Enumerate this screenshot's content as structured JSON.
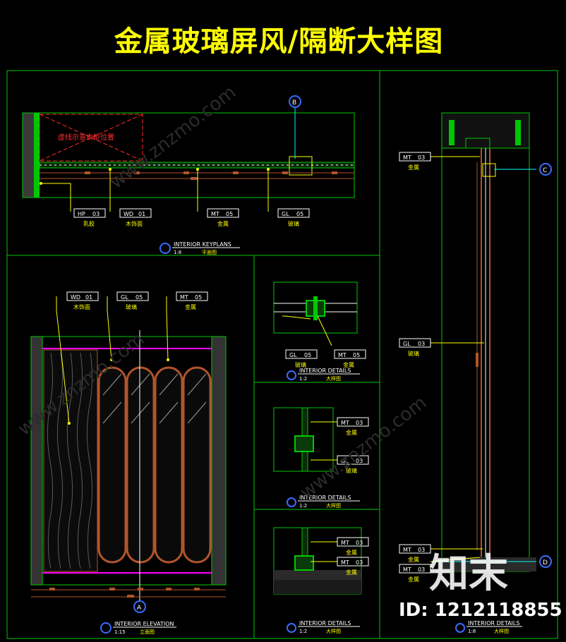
{
  "title": "金属玻璃屏风/隔断大样图",
  "watermark": {
    "logo": "知末",
    "id": "ID: 1212118855",
    "site": "www.znzmo.com"
  },
  "colors": {
    "yellow": "#ffff00",
    "green": "#00c800",
    "cyan": "#00ffff",
    "white": "#ffffff",
    "magenta": "#ff00ff",
    "brown": "#b0552a",
    "blue": "#3a6bff"
  },
  "plan": {
    "hatch_note": "虚线示意衣柜位置",
    "section_mark": "B",
    "tags": [
      {
        "code": "HP",
        "num": "03",
        "label": "乳胶"
      },
      {
        "code": "WD",
        "num": "01",
        "label": "木饰面"
      },
      {
        "code": "MT",
        "num": "05",
        "label": "金属"
      },
      {
        "code": "GL",
        "num": "05",
        "label": "玻璃"
      }
    ],
    "caption": {
      "title": "INTERIOR KEYPLANS",
      "scale": "1:8",
      "cn": "平面图"
    }
  },
  "elevation": {
    "tags": [
      {
        "code": "WD",
        "num": "01",
        "label": "木饰面"
      },
      {
        "code": "GL",
        "num": "05",
        "label": "玻璃"
      },
      {
        "code": "MT",
        "num": "05",
        "label": "金属"
      }
    ],
    "section_mark": "A",
    "caption": {
      "title": "INTERIOR ELEVATION",
      "scale": "1:15",
      "cn": "立面图"
    }
  },
  "details": [
    {
      "tags": [
        {
          "code": "GL",
          "num": "05",
          "label": "玻璃"
        },
        {
          "code": "MT",
          "num": "05",
          "label": "金属"
        }
      ],
      "caption": {
        "title": "INTERIOR DETAILS",
        "scale": "1:2",
        "cn": "大样图"
      }
    },
    {
      "tags": [
        {
          "code": "MT",
          "num": "03",
          "label": "金属"
        },
        {
          "code": "GL",
          "num": "03",
          "label": "玻璃"
        }
      ],
      "caption": {
        "title": "INTERIOR DETAILS",
        "scale": "1:2",
        "cn": "大样图"
      }
    },
    {
      "tags": [
        {
          "code": "MT",
          "num": "03",
          "label": "金属"
        },
        {
          "code": "MT",
          "num": "03",
          "label": "金属"
        }
      ],
      "caption": {
        "title": "INTERIOR DETAILS",
        "scale": "1:2",
        "cn": "大样图"
      }
    }
  ],
  "section": {
    "marks": [
      "C",
      "D"
    ],
    "tags": [
      {
        "code": "MT",
        "num": "03",
        "label": "金属"
      },
      {
        "code": "GL",
        "num": "03",
        "label": "玻璃"
      },
      {
        "code": "MT",
        "num": "03",
        "label": "金属"
      },
      {
        "code": "MT",
        "num": "03",
        "label": "金属"
      }
    ],
    "caption": {
      "title": "INTERIOR DETAILS",
      "scale": "1:8",
      "cn": "大样图"
    }
  }
}
